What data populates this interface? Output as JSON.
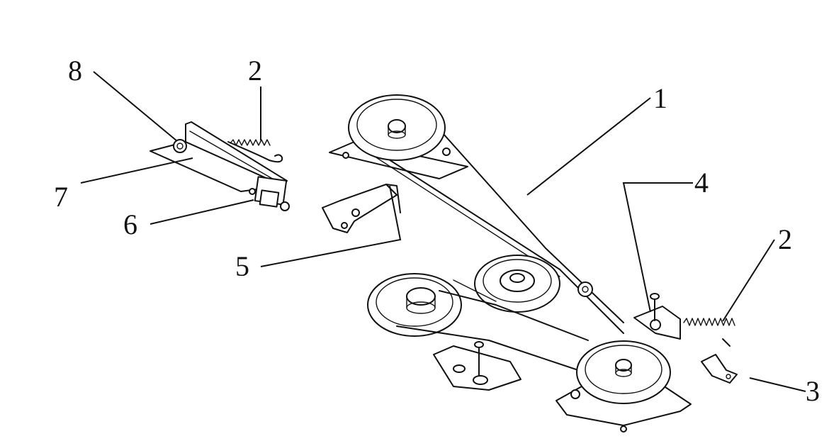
{
  "callouts": {
    "c1": "1",
    "c2a": "2",
    "c2b": "2",
    "c3": "3",
    "c4": "4",
    "c5": "5",
    "c6": "6",
    "c7": "7",
    "c8": "8"
  },
  "colors": {
    "line": "#111111",
    "background": "#ffffff"
  }
}
